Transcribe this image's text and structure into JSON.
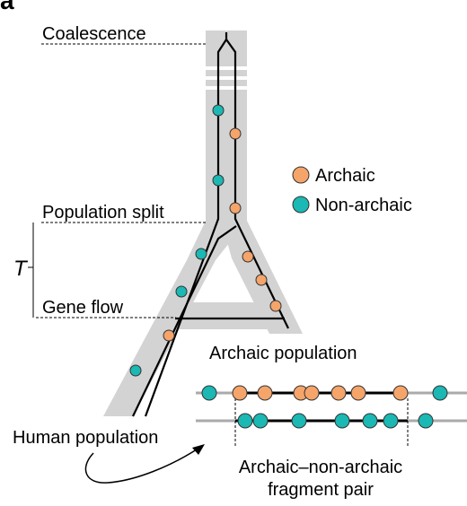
{
  "panel_label": "a",
  "labels": {
    "coalescence": "Coalescence",
    "population_split": "Population split",
    "gene_flow": "Gene flow",
    "t_symbol": "T",
    "archaic_population": "Archaic population",
    "human_population": "Human population",
    "fragment_pair_line1": "Archaic–non-archaic",
    "fragment_pair_line2": "fragment pair"
  },
  "legend": [
    {
      "label": "Archaic",
      "color": "#f5a46a"
    },
    {
      "label": "Non-archaic",
      "color": "#1bb8b4"
    }
  ],
  "colors": {
    "archaic": "#f5a46a",
    "non_archaic": "#1bb8b4",
    "tree_band": "#d3d3d3",
    "lineage": "#000000",
    "chromosome_flank": "#aaaaaa"
  },
  "archaic_fragment_markers": [
    "non-archaic",
    "archaic",
    "archaic",
    "archaic",
    "archaic",
    "archaic",
    "archaic",
    "archaic",
    "non-archaic"
  ],
  "human_fragment_markers": [
    "non-archaic",
    "non-archaic",
    "non-archaic",
    "non-archaic",
    "non-archaic",
    "non-archaic",
    "non-archaic"
  ]
}
